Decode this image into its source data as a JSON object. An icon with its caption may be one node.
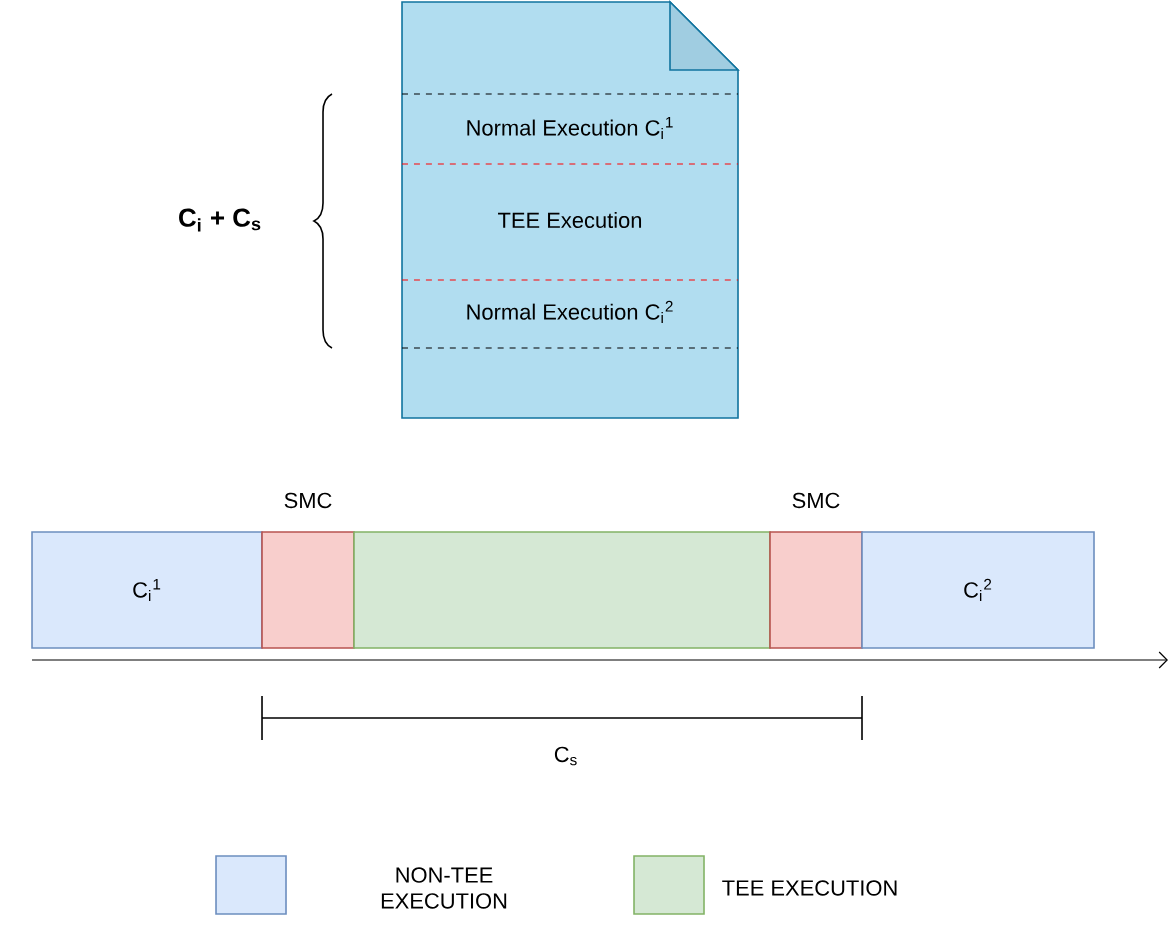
{
  "diagram": {
    "nodes": [
      {
        "text": [
          "Normal Execution C$_{i}$$^{1}$",
          "TEE Execution",
          "Normal Execution C$_{i}$$^{2}$"
        ]
      },
      {
        "text": [
          "C$_{i}$$^{1}$"
        ]
      },
      {
        "text": [],
        "shape": "box",
        "beside": [
          "SMC"
        ]
      },
      {
        "text": [],
        "shape": "box"
      },
      {
        "text": [],
        "shape": "box",
        "beside": [
          "SMC"
        ]
      },
      {
        "text": [
          "C$_{i}$$^{2}$"
        ]
      }
    ],
    "edges": [],
    "labels": [
      "C$_{i}$ + C$_{s}$",
      "C$_{s}$"
    ],
    "legend": [
      {
        "text": "NON-TEE EXECUTION",
        "color": "#dae8fc"
      },
      {
        "text": "TEE EXECUTION",
        "color": "#d5e8d4"
      }
    ]
  }
}
